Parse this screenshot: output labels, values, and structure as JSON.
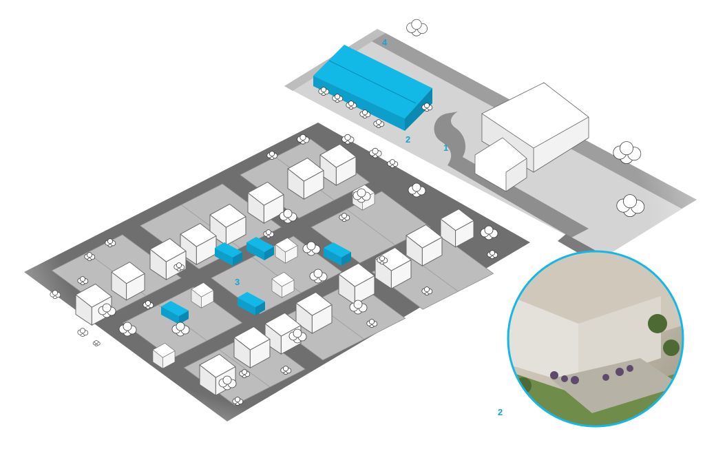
{
  "colors": {
    "accent": "#12b8e6",
    "accent_dark": "#0a89b3",
    "accent_side": "#0d9fcb",
    "road": "#6f6f6f",
    "lot": "#bdbdbd",
    "lot_light": "#d9d9d9",
    "house_roof": "#ffffff",
    "house_wall": "#ebebeb",
    "label": "#1aa3d1"
  },
  "callouts": [
    {
      "id": "callout-1",
      "text": "1"
    },
    {
      "id": "callout-2-driveway",
      "text": "2"
    },
    {
      "id": "callout-3",
      "text": "3"
    },
    {
      "id": "callout-4",
      "text": "4"
    },
    {
      "id": "callout-2-detail",
      "text": "2"
    }
  ],
  "detail_inset": {
    "icon": "magnified-photo-detail"
  }
}
